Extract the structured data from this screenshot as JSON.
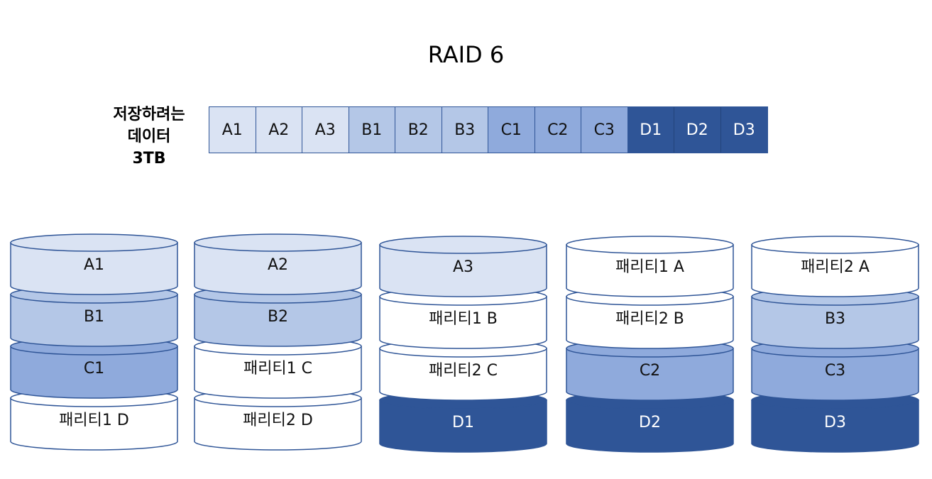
{
  "title": "RAID 6",
  "data_label": [
    "저장하려는",
    "데이터",
    "3TB"
  ],
  "colors": {
    "a": "#DAE3F3",
    "b": "#B4C7E7",
    "c": "#8FAADC",
    "d": "#2F5597",
    "parity": "#FFFFFF",
    "stroke": "#2F5597"
  },
  "strip": [
    {
      "label": "A1",
      "group": "a"
    },
    {
      "label": "A2",
      "group": "a"
    },
    {
      "label": "A3",
      "group": "a"
    },
    {
      "label": "B1",
      "group": "b"
    },
    {
      "label": "B2",
      "group": "b"
    },
    {
      "label": "B3",
      "group": "b"
    },
    {
      "label": "C1",
      "group": "c"
    },
    {
      "label": "C2",
      "group": "c"
    },
    {
      "label": "C3",
      "group": "c"
    },
    {
      "label": "D1",
      "group": "d"
    },
    {
      "label": "D2",
      "group": "d"
    },
    {
      "label": "D3",
      "group": "d"
    }
  ],
  "disks": [
    [
      {
        "label": "A1",
        "group": "a"
      },
      {
        "label": "B1",
        "group": "b"
      },
      {
        "label": "C1",
        "group": "c"
      },
      {
        "label": "패리티1 D",
        "group": "parity"
      }
    ],
    [
      {
        "label": "A2",
        "group": "a"
      },
      {
        "label": "B2",
        "group": "b"
      },
      {
        "label": "패리티1 C",
        "group": "parity"
      },
      {
        "label": "패리티2 D",
        "group": "parity"
      }
    ],
    [
      {
        "label": "A3",
        "group": "a"
      },
      {
        "label": "패리티1 B",
        "group": "parity"
      },
      {
        "label": "패리티2 C",
        "group": "parity"
      },
      {
        "label": "D1",
        "group": "d"
      }
    ],
    [
      {
        "label": "패리티1 A",
        "group": "parity"
      },
      {
        "label": "패리티2 B",
        "group": "parity"
      },
      {
        "label": "C2",
        "group": "c"
      },
      {
        "label": "D2",
        "group": "d"
      }
    ],
    [
      {
        "label": "패리티2 A",
        "group": "parity"
      },
      {
        "label": "B3",
        "group": "b"
      },
      {
        "label": "C3",
        "group": "c"
      },
      {
        "label": "D3",
        "group": "d"
      }
    ]
  ]
}
